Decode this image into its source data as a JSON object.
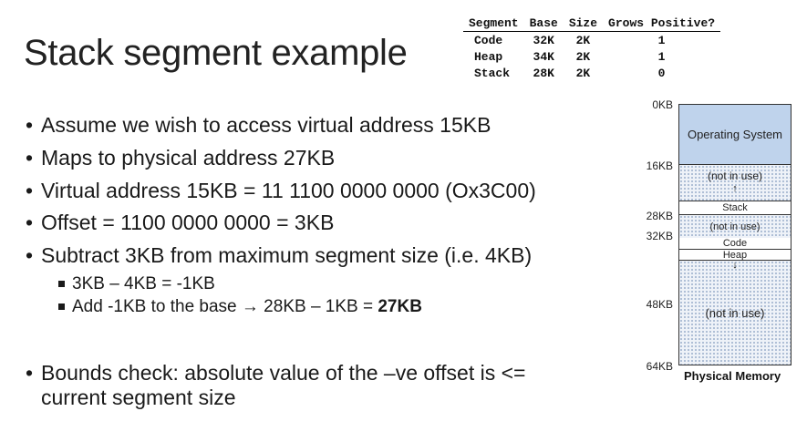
{
  "slide": {
    "title": "Stack segment example"
  },
  "segment_table": {
    "headers": [
      "Segment",
      "Base",
      "Size",
      "Grows Positive?"
    ],
    "rows": [
      {
        "segment": "Code",
        "base": "32K",
        "size": "2K",
        "grows": "1"
      },
      {
        "segment": "Heap",
        "base": "34K",
        "size": "2K",
        "grows": "1"
      },
      {
        "segment": "Stack",
        "base": "28K",
        "size": "2K",
        "grows": "0"
      }
    ]
  },
  "bullets": [
    "Assume we wish to access virtual address 15KB",
    "Maps to physical address 27KB",
    "Virtual address 15KB = 11 1100 0000 0000 (Ox3C00)",
    "Offset = 1100 0000 0000 = 3KB",
    "Subtract 3KB from maximum segment size (i.e. 4KB)"
  ],
  "sub_bullets": [
    {
      "text": "3KB – 4KB = -1KB"
    },
    {
      "text_prefix": "Add -1KB to the base ",
      "arrow": "→",
      "text_middle": " 28KB – 1KB = ",
      "text_bold": "27KB"
    }
  ],
  "bounds_bullet": {
    "line1": "Bounds check: absolute value of the –ve offset is <=",
    "line2": "current segment size"
  },
  "memory": {
    "caption": "Physical Memory",
    "addresses": [
      "0KB",
      "16KB",
      "28KB",
      "32KB",
      "48KB",
      "64KB"
    ],
    "regions": {
      "os": "Operating System",
      "unused_top": "(not in use)",
      "stack": "Stack",
      "stack_unused": "(not in use)",
      "code": "Code",
      "heap": "Heap",
      "unused_bottom": "(not in use)"
    },
    "arrows": {
      "up": "↑",
      "down": "↓"
    },
    "colors": {
      "os_fill": "#bfd3ec",
      "hatch": "#9aaecb"
    }
  }
}
